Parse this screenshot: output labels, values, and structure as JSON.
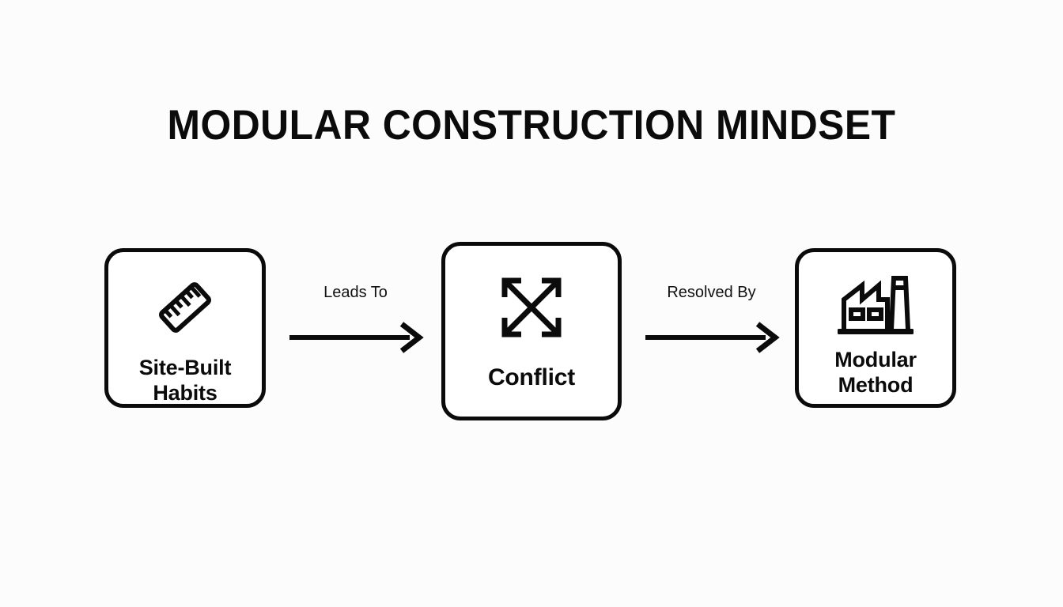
{
  "title": "MODULAR CONSTRUCTION MINDSET",
  "colors": {
    "background": "#fcfcfc",
    "stroke": "#0b0b0b",
    "box_fill": "#ffffff",
    "text": "#111111"
  },
  "diagram": {
    "type": "flow",
    "orientation": "horizontal",
    "nodes": [
      {
        "id": "site-built-habits",
        "label": "Site-Built\nHabits",
        "icon": "ruler-icon"
      },
      {
        "id": "conflict",
        "label": "Conflict",
        "icon": "diverging-arrows-icon"
      },
      {
        "id": "modular-method",
        "label": "Modular\nMethod",
        "icon": "factory-icon"
      }
    ],
    "connectors": [
      {
        "id": "leads-to",
        "label": "Leads To",
        "from": "site-built-habits",
        "to": "conflict",
        "icon": "arrow-right-icon"
      },
      {
        "id": "resolved-by",
        "label": "Resolved By",
        "from": "conflict",
        "to": "modular-method",
        "icon": "arrow-right-icon"
      }
    ]
  }
}
